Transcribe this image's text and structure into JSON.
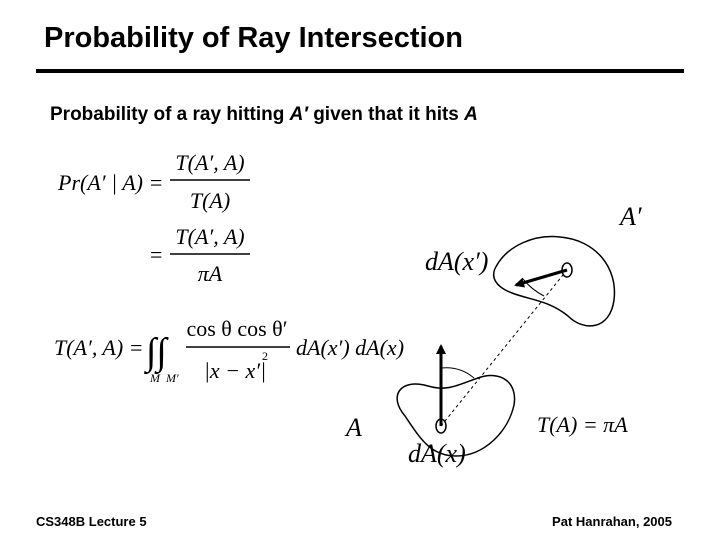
{
  "slide": {
    "title": "Probability of Ray Intersection",
    "subtitle_pre": "Probability of a ray hitting ",
    "subtitle_Aprime": "A′",
    "subtitle_mid": " given that it hits ",
    "subtitle_A": "A"
  },
  "equations": {
    "pr_lhs": "Pr(A′ | A) =",
    "frac1_num": "T(A′, A)",
    "frac1_den": "T(A)",
    "eq2_sign": "=",
    "frac2_num": "T(A′, A)",
    "frac2_den": "πA",
    "t_lhs": "T(A′, A) =",
    "integral": "∫∫",
    "int_lower_1": "M",
    "int_lower_2": "M′",
    "integrand_num": "cos θ cos θ′",
    "integrand_den": "|x − x′|",
    "den_exponent": "2",
    "differentials": "dA(x′) dA(x)"
  },
  "diagram": {
    "label_Aprime": "A′",
    "label_dA_xprime": "dA(x′)",
    "label_A": "A",
    "label_dA_x": "dA(x)",
    "label_TA": "T(A) = πA"
  },
  "footer": {
    "left": "CS348B Lecture 5",
    "right": "Pat Hanrahan, 2005"
  }
}
